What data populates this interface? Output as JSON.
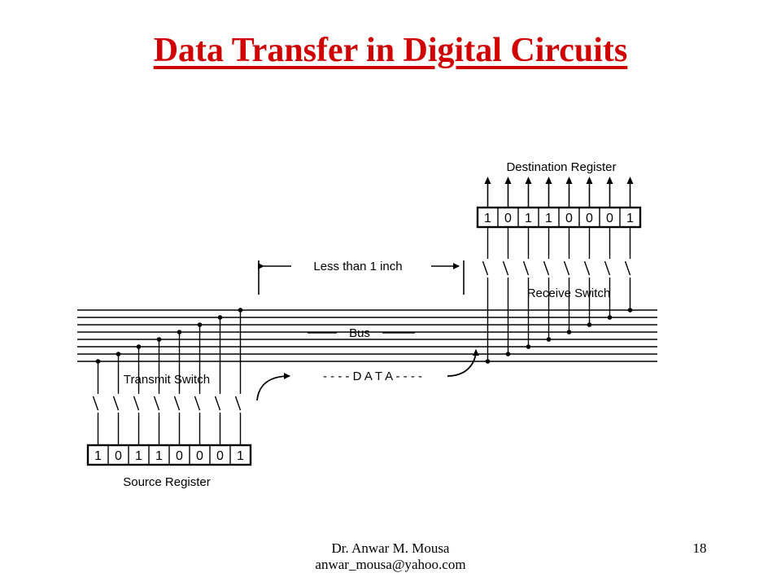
{
  "slide": {
    "title": "Data Transfer in Digital Circuits",
    "title_color": "#d00000",
    "footer_author": "Dr. Anwar M. Mousa",
    "footer_email": "anwar_mousa@yahoo.com",
    "page_number": "18"
  },
  "diagram": {
    "destination_register": {
      "label": "Destination Register",
      "bits": [
        "1",
        "0",
        "1",
        "1",
        "0",
        "0",
        "0",
        "1"
      ]
    },
    "source_register": {
      "label": "Source Register",
      "bits": [
        "1",
        "0",
        "1",
        "1",
        "0",
        "0",
        "0",
        "1"
      ]
    },
    "receive_switch_label": "Receive Switch",
    "transmit_switch_label": "Transmit Switch",
    "bus_label": "Bus",
    "distance_label": "Less than 1 inch",
    "data_label": "- - - - D A T A - - - -",
    "line_color": "#000000"
  }
}
